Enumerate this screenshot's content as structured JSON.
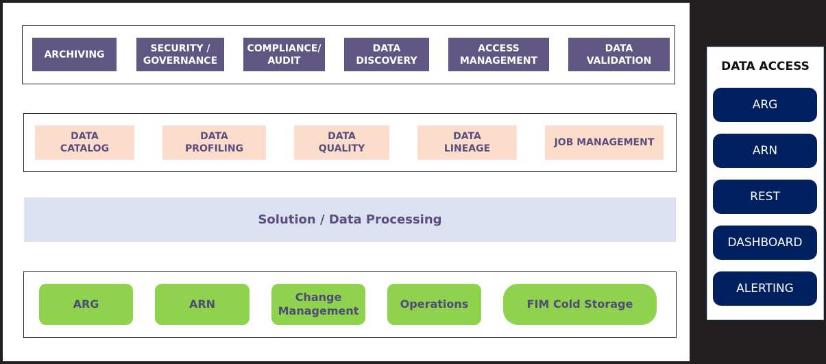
{
  "top_layer": {
    "items": [
      {
        "label": "ARCHIVING"
      },
      {
        "label": "SECURITY /\nGOVERNANCE"
      },
      {
        "label": "COMPLIANCE/\nAUDIT"
      },
      {
        "label": "DATA\nDISCOVERY"
      },
      {
        "label": "ACCESS\nMANAGEMENT"
      },
      {
        "label": "DATA\nVALIDATION"
      }
    ]
  },
  "middle_layer": {
    "items": [
      {
        "label": "DATA\nCATALOG"
      },
      {
        "label": "DATA\nPROFILING"
      },
      {
        "label": "DATA\nQUALITY"
      },
      {
        "label": "DATA\nLINEAGE"
      },
      {
        "label": "JOB MANAGEMENT"
      }
    ]
  },
  "processing": {
    "label": "Solution / Data Processing"
  },
  "bottom_layer": {
    "items": [
      {
        "label": "ARG"
      },
      {
        "label": "ARN"
      },
      {
        "label": "Change\nManagement"
      },
      {
        "label": "Operations"
      },
      {
        "label": "FIM Cold Storage"
      }
    ]
  },
  "data_access": {
    "title": "DATA ACCESS",
    "items": [
      {
        "label": "ARG"
      },
      {
        "label": "ARN"
      },
      {
        "label": "REST"
      },
      {
        "label": "DASHBOARD"
      },
      {
        "label": "ALERTING"
      }
    ]
  },
  "colors": {
    "top_box": "#5f5782",
    "middle_box": "#fcdccb",
    "band": "#dce1f1",
    "bottom_box": "#8fd24d",
    "access_box": "#002060"
  }
}
